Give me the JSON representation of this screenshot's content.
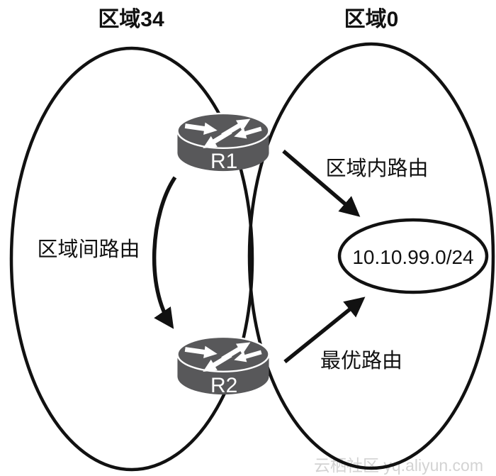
{
  "diagram": {
    "areas": [
      {
        "id": "area-34",
        "title": "区域34"
      },
      {
        "id": "area-0",
        "title": "区域0"
      }
    ],
    "routers": [
      {
        "label": "R1"
      },
      {
        "label": "R2"
      }
    ],
    "network": {
      "label": "10.10.99.0/24"
    },
    "routes": [
      {
        "id": "intra-area",
        "label": "区域内路由",
        "from": "R1",
        "to": "10.10.99.0/24",
        "style": "straight-arrow"
      },
      {
        "id": "inter-area",
        "label": "区域间路由",
        "from": "R1",
        "to": "R2",
        "style": "curved-arrow"
      },
      {
        "id": "best-route",
        "label": "最优路由",
        "from": "R2",
        "to": "10.10.99.0/24",
        "style": "straight-arrow"
      }
    ],
    "watermark": "云栖社区 yq.aliyun.com",
    "colors": {
      "router": "#58585a",
      "stroke": "#111111",
      "watermark": "#d3d3d3",
      "background": "#ffffff"
    }
  }
}
